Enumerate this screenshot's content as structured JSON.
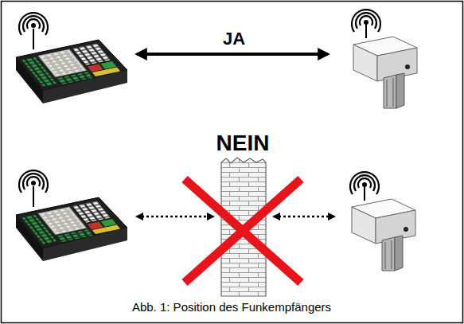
{
  "diagram": {
    "caption": "Abb. 1: Position des Funkempfängers",
    "labels": [
      "JA",
      "NEIN"
    ]
  }
}
